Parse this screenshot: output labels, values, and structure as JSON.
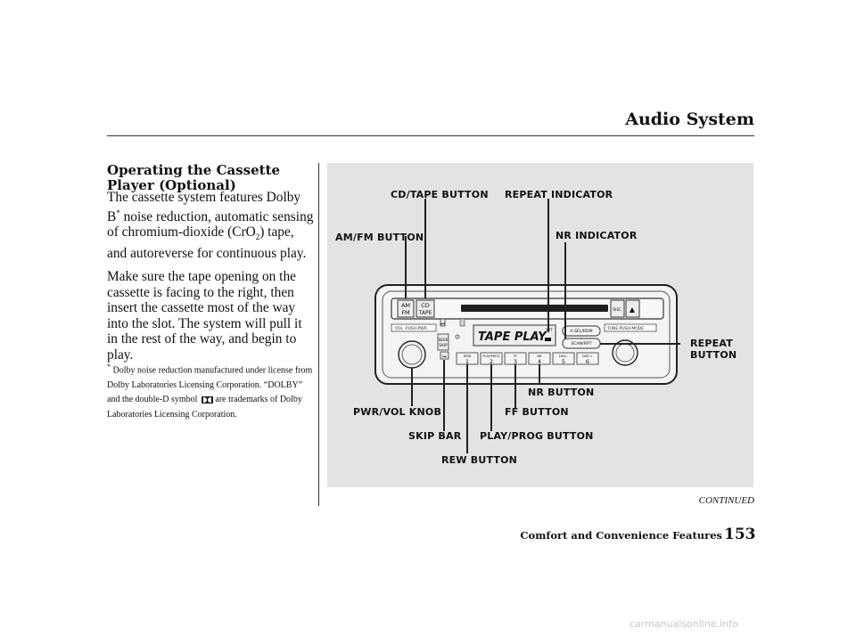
{
  "header": {
    "title": "Audio System"
  },
  "section": {
    "heading": "Operating the Cassette Player (Optional)"
  },
  "body": {
    "p1": {
      "a": "The cassette system features Dolby B",
      "star": "*",
      "b": " noise reduction, automatic sensing of chromium-dioxide (CrO",
      "sub": "2",
      "c": ") tape, and autoreverse for continuous play."
    },
    "p2": "Make sure the tape opening on the cassette is facing to the right, then insert the cassette most of the way into the slot. The system will pull it in the rest of the way, and begin to play."
  },
  "footnote": {
    "star": "*",
    "a": " Dolby noise reduction manufactured under license from Dolby Laboratories Licensing Corporation. “DOLBY” and the double-D symbol ",
    "b": " are trademarks of Dolby Laboratories Licensing Corporation."
  },
  "figure": {
    "callouts": {
      "cd_tape_button": "CD/TAPE BUTTON",
      "repeat_indicator": "REPEAT INDICATOR",
      "am_fm_button": "AM/FM BUTTON",
      "nr_indicator": "NR INDICATOR",
      "repeat_button_1": "REPEAT",
      "repeat_button_2": "BUTTON",
      "nr_button": "NR BUTTON",
      "pwr_vol_knob": "PWR/VOL KNOB",
      "ff_button": "FF BUTTON",
      "skip_bar": "SKIP BAR",
      "play_prog_button": "PLAY/PROG BUTTON",
      "rew_button": "REW BUTTON"
    },
    "unit": {
      "am": "AM",
      "fm": "FM",
      "cd": "CD",
      "tape": "TAPE",
      "disc": "DISC",
      "eject": "▲",
      "vol_pwr": "VOL ·PUSH·PWR",
      "tune_mode": "TUNE·PUSH·MODE",
      "display_main": "TAPE  PLAY",
      "display_rpt": "RPT",
      "asel_rdm": "A.SEL/RDM",
      "scan_rpt": "SCAN/RPT",
      "seek": "SEEK",
      "skip": "SKIP",
      "presets": [
        {
          "label": "REW",
          "num": "1"
        },
        {
          "label": "PLAY/PROG",
          "num": "2"
        },
        {
          "label": "FF",
          "num": "3"
        },
        {
          "label": "NR",
          "num": "4"
        },
        {
          "label": "DISC-",
          "num": "5"
        },
        {
          "label": "DISC+",
          "num": "6"
        }
      ]
    }
  },
  "footer": {
    "continued": "CONTINUED",
    "section": "Comfort and Convenience Features",
    "page": "153",
    "watermark": "carmanualsonline.info"
  },
  "colors": {
    "figure_bg": "#e3e3e3",
    "ink": "#111111",
    "rule": "#333333"
  }
}
